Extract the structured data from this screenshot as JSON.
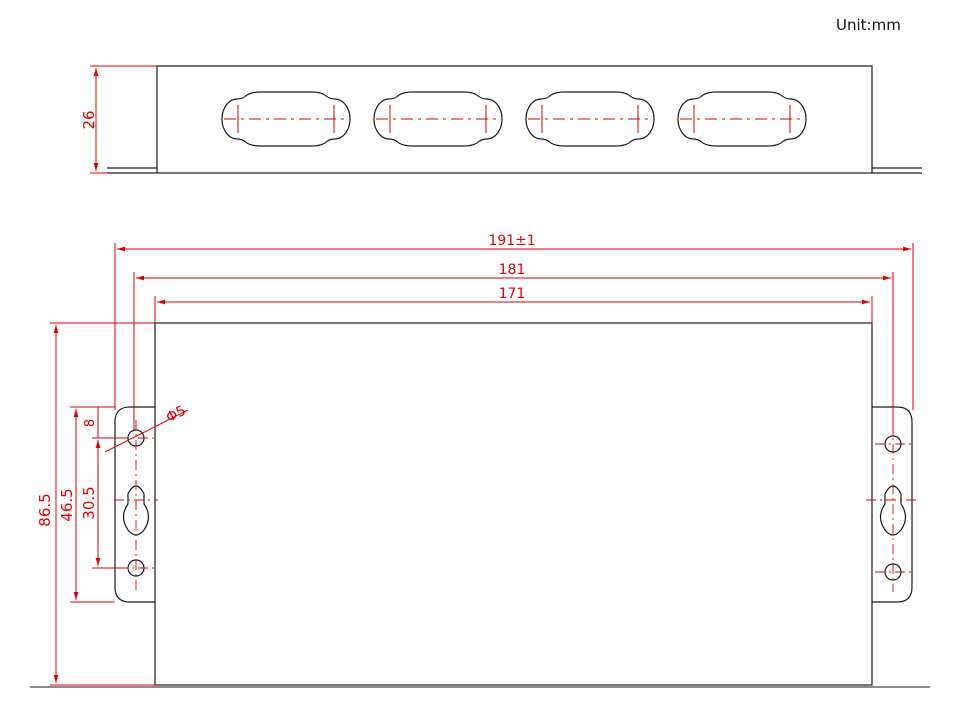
{
  "unit": "Unit:mm",
  "dimensions": {
    "height_side": "26",
    "overall_width": "191±1",
    "flange_width": "181",
    "body_width": "171",
    "hole_diameter": "Φ5",
    "total_height": "86.5",
    "hole_span": "46.5",
    "slot_span": "30.5",
    "hole_offset": "8"
  },
  "colors": {
    "outline": "#1a1a1a",
    "dimension": "#e00000"
  },
  "connectors": {
    "count": 4
  }
}
